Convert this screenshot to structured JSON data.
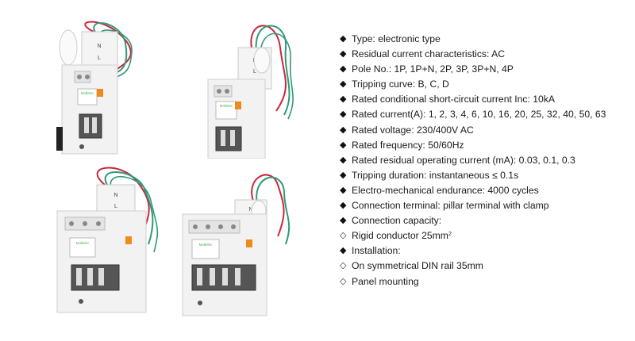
{
  "device_brand": "Mollelec",
  "terminal_marks": [
    "N",
    "L"
  ],
  "specs": [
    {
      "bullet": "filled-diamond",
      "text": "Type: electronic type"
    },
    {
      "bullet": "filled-diamond",
      "text": "Residual current characteristics: AC"
    },
    {
      "bullet": "filled-diamond",
      "text": "Pole No.: 1P, 1P+N, 2P, 3P, 3P+N, 4P"
    },
    {
      "bullet": "filled-diamond",
      "text": "Tripping curve: B, C, D"
    },
    {
      "bullet": "filled-diamond",
      "text": "Rated conditional short-circuit current Inc: 10kA"
    },
    {
      "bullet": "filled-diamond",
      "text": "Rated current(A): 1, 2, 3, 4, 6, 10, 16, 20, 25, 32, 40, 50, 63"
    },
    {
      "bullet": "filled-diamond",
      "text": "Rated voltage: 230/400V AC"
    },
    {
      "bullet": "filled-diamond",
      "text": "Rated frequency: 50/60Hz"
    },
    {
      "bullet": "filled-diamond",
      "text": "Rated residual operating current (mA): 0.03, 0.1, 0.3"
    },
    {
      "bullet": "filled-diamond",
      "text": "Tripping duration: instantaneous ≤ 0.1s"
    },
    {
      "bullet": "filled-diamond",
      "text": "Electro-mechanical endurance: 4000 cycles"
    },
    {
      "bullet": "filled-diamond",
      "text": "Connection terminal: pillar terminal with clamp"
    },
    {
      "bullet": "filled-diamond",
      "text": "Connection capacity:"
    },
    {
      "bullet": "hollow-diamond",
      "text": "Rigid conductor 25mm",
      "sup": "2"
    },
    {
      "bullet": "filled-diamond",
      "text": "Installation:"
    },
    {
      "bullet": "hollow-diamond",
      "text": "On symmetrical DIN rail 35mm"
    },
    {
      "bullet": "hollow-diamond",
      "text": "Panel mounting"
    }
  ],
  "colors": {
    "accent_orange": "#f08a1c",
    "brand_green": "#4caf50",
    "wire_red": "#d0243a",
    "wire_green": "#2e9b78",
    "text": "#1a1a1a"
  }
}
